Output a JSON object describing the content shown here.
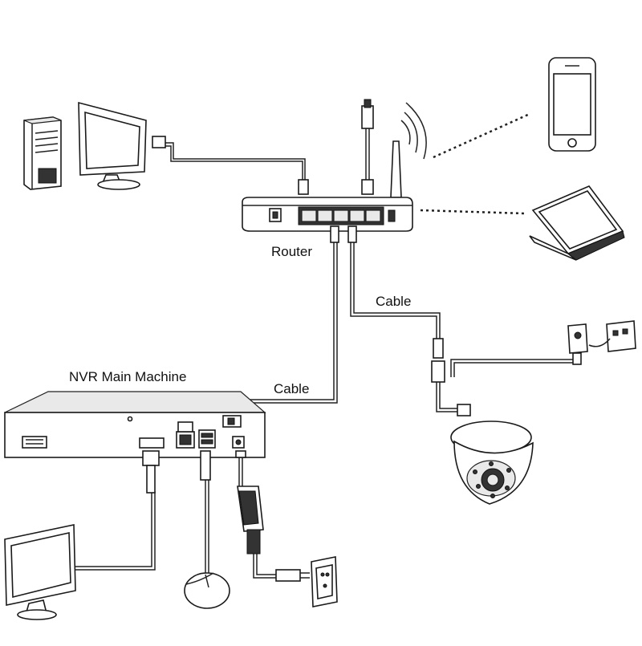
{
  "labels": {
    "router": "Router",
    "cable_camera": "Cable",
    "nvr": "NVR Main Machine",
    "cable_nvr": "Cable"
  },
  "icons": [
    "desktop-tower-icon",
    "desktop-monitor-icon",
    "router-icon",
    "wifi-signal-icon",
    "smartphone-icon",
    "laptop-icon",
    "nvr-recorder-icon",
    "dome-camera-icon",
    "power-adapter-icon",
    "wall-socket-icon",
    "monitor-icon",
    "mouse-icon"
  ],
  "colors": {
    "line": "#222222",
    "background": "#ffffff"
  }
}
